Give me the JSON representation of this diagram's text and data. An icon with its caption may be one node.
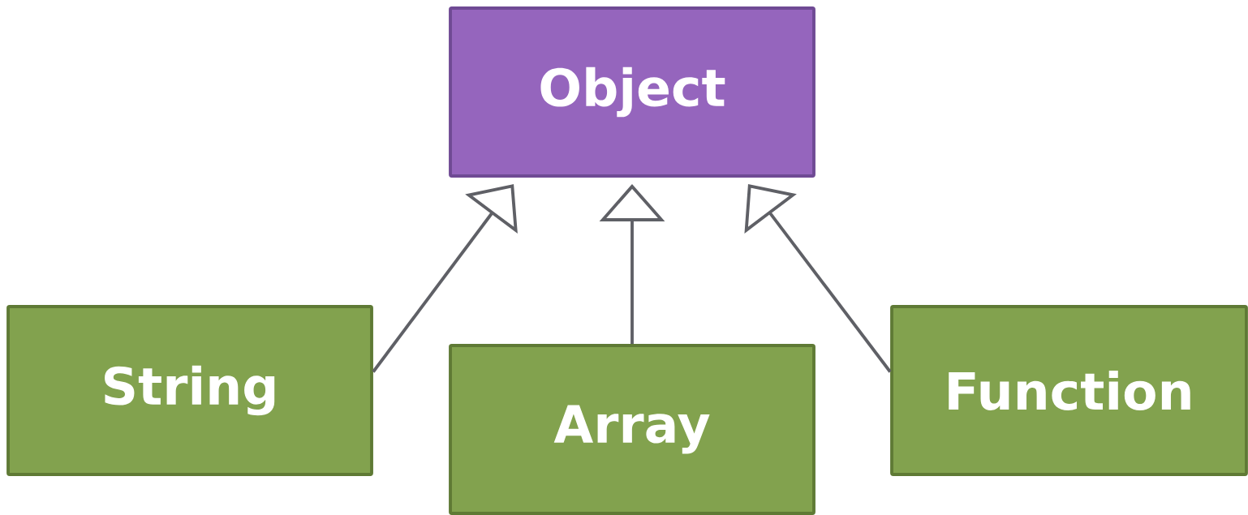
{
  "diagram": {
    "nodes": [
      {
        "text": [
          "Object"
        ]
      },
      {
        "text": [
          "String"
        ]
      },
      {
        "text": [
          "Array"
        ]
      },
      {
        "text": [
          "Function"
        ]
      }
    ],
    "edges": [
      {
        "from": 1,
        "to": 0,
        "arrow": "to"
      },
      {
        "from": 2,
        "to": 0,
        "arrow": "to"
      },
      {
        "from": 3,
        "to": 0,
        "arrow": "to"
      }
    ]
  }
}
